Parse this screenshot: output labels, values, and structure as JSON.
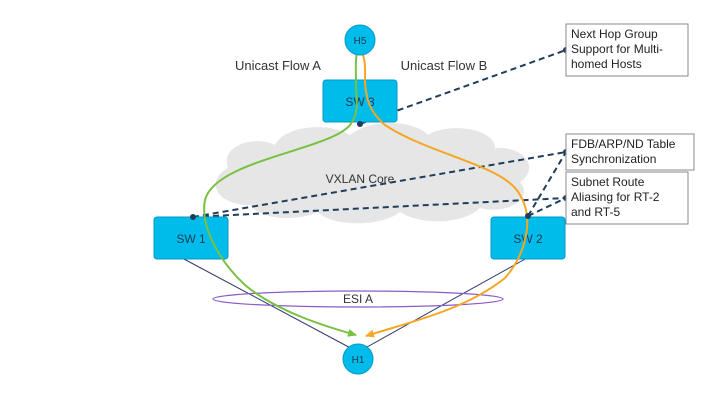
{
  "colors": {
    "node": "#00bceb",
    "node_stroke": "#0098c4",
    "flow_a": "#7ac143",
    "flow_b": "#f5a623",
    "dashed": "#1f3d5c",
    "link": "#2d3a6b",
    "esi": "#8a5cc8",
    "cloud": "#e6e6e6",
    "callout_border": "#888888"
  },
  "hosts": {
    "top": "H5",
    "bottom": "H1"
  },
  "switches": {
    "sw3": "SW 3",
    "sw1": "SW 1",
    "sw2": "SW 2"
  },
  "flows": {
    "a": "Unicast Flow A",
    "b": "Unicast Flow B"
  },
  "cloud_label": "VXLAN Core",
  "esi_label": "ESI A",
  "callouts": [
    {
      "lines": [
        "Next Hop Group",
        "Support for Multi-",
        "homed Hosts"
      ]
    },
    {
      "lines": [
        "FDB/ARP/ND Table",
        "Synchronization"
      ]
    },
    {
      "lines": [
        "Subnet Route",
        "Aliasing for RT-2",
        "and RT-5"
      ]
    }
  ]
}
